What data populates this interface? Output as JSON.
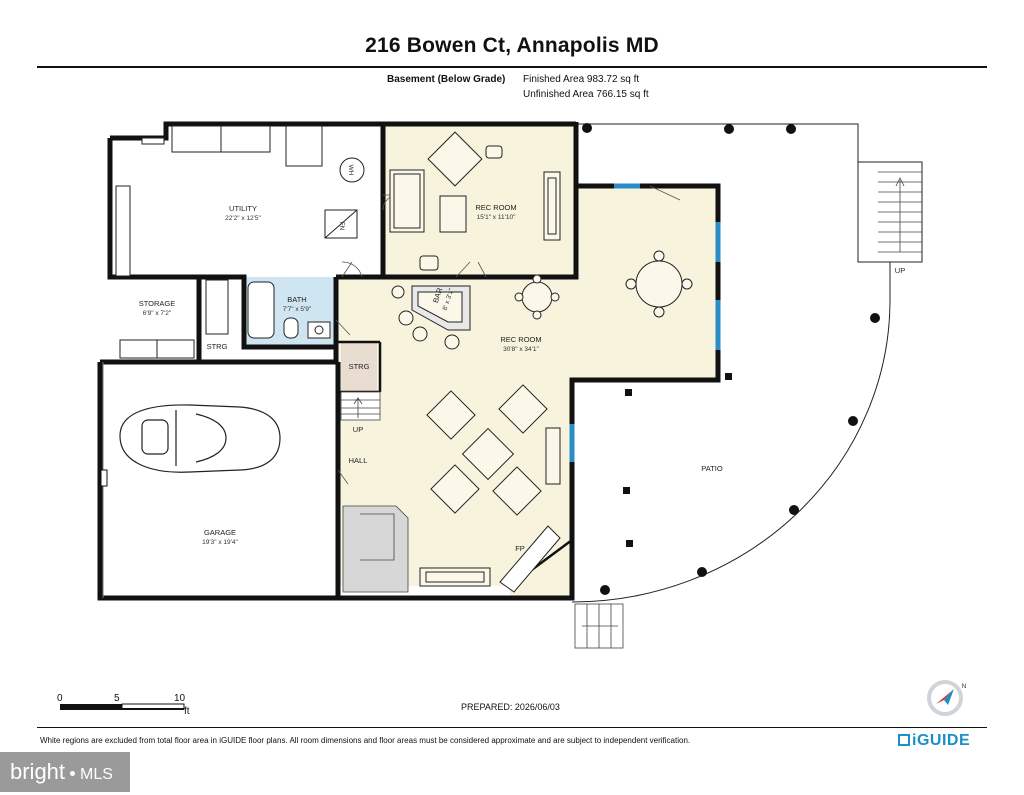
{
  "title": "216 Bowen Ct, Annapolis MD",
  "area_info": {
    "level_label": "Basement (Below Grade)",
    "finished": "Finished Area 983.72 sq ft",
    "unfinished": "Unfinished Area 766.15 sq ft"
  },
  "rooms": {
    "utility": {
      "name": "UTILITY",
      "dims": "22'2\" x 12'5\""
    },
    "rec_room_1": {
      "name": "REC ROOM",
      "dims": "15'1\" x 11'10\""
    },
    "rec_room_2": {
      "name": "REC ROOM",
      "dims": "30'8\" x 34'1\""
    },
    "storage": {
      "name": "STORAGE",
      "dims": "6'9\" x 7'2\""
    },
    "bath": {
      "name": "BATH",
      "dims": "7'7\" x 5'9\""
    },
    "strg_1": {
      "name": "STRG"
    },
    "strg_2": {
      "name": "STRG"
    },
    "garage": {
      "name": "GARAGE",
      "dims": "19'3\" x 19'4\""
    },
    "hall": {
      "name": "HALL"
    },
    "patio": {
      "name": "PATIO"
    },
    "bar": {
      "name": "BAR",
      "dims": "8' x 3'1\""
    },
    "fp": {
      "name": "FP"
    }
  },
  "fixture_labels": {
    "water_heater": "WH",
    "furnace": "FN"
  },
  "stair_labels": {
    "hall_stairs": "UP",
    "patio_stairs": "UP"
  },
  "scale": {
    "tick_0": "0",
    "tick_5": "5",
    "tick_10": "10",
    "unit": "ft"
  },
  "compass": {
    "north": "N"
  },
  "prepared": "PREPARED: 2026/06/03",
  "disclaimer": "White regions are excluded from total floor area in iGUIDE floor plans. All room dimensions and floor areas must be considered approximate and are subject to independent verification.",
  "brand": "iGUIDE",
  "watermark": {
    "left": "bright",
    "right": "MLS"
  },
  "colors": {
    "finished_fill": "#f8f3dc",
    "bath_fill": "#cfe6f2",
    "window_blue": "#2a8dc8",
    "wall": "#111111",
    "stair_fill": "#d7d7d7",
    "brand_blue": "#1a8fc9"
  }
}
